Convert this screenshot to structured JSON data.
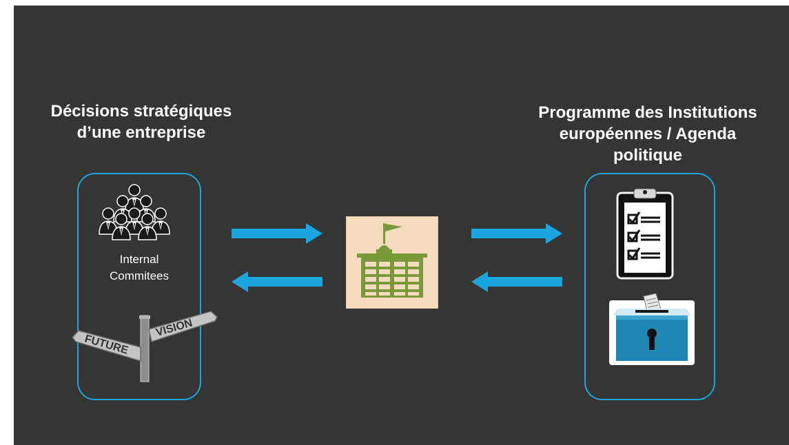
{
  "left": {
    "title_lines": [
      "Décisions stratégiques",
      "d’une entreprise"
    ],
    "committee_label_lines": [
      "Internal",
      "Commitees"
    ],
    "sign_future": "FUTURE",
    "sign_vision": "VISION"
  },
  "right": {
    "title_lines": [
      "Programme des Institutions",
      "européennes / Agenda",
      "politique"
    ]
  },
  "colors": {
    "background": "#353535",
    "accent": "#1aa7e0",
    "hub": "#f6dcbf",
    "building": "#7a9a3a"
  },
  "icons": {
    "committee": "people-group-icon",
    "signpost": "signpost-icon",
    "hub": "institution-building-icon",
    "checklist": "clipboard-checklist-icon",
    "ballot": "ballot-box-icon"
  }
}
